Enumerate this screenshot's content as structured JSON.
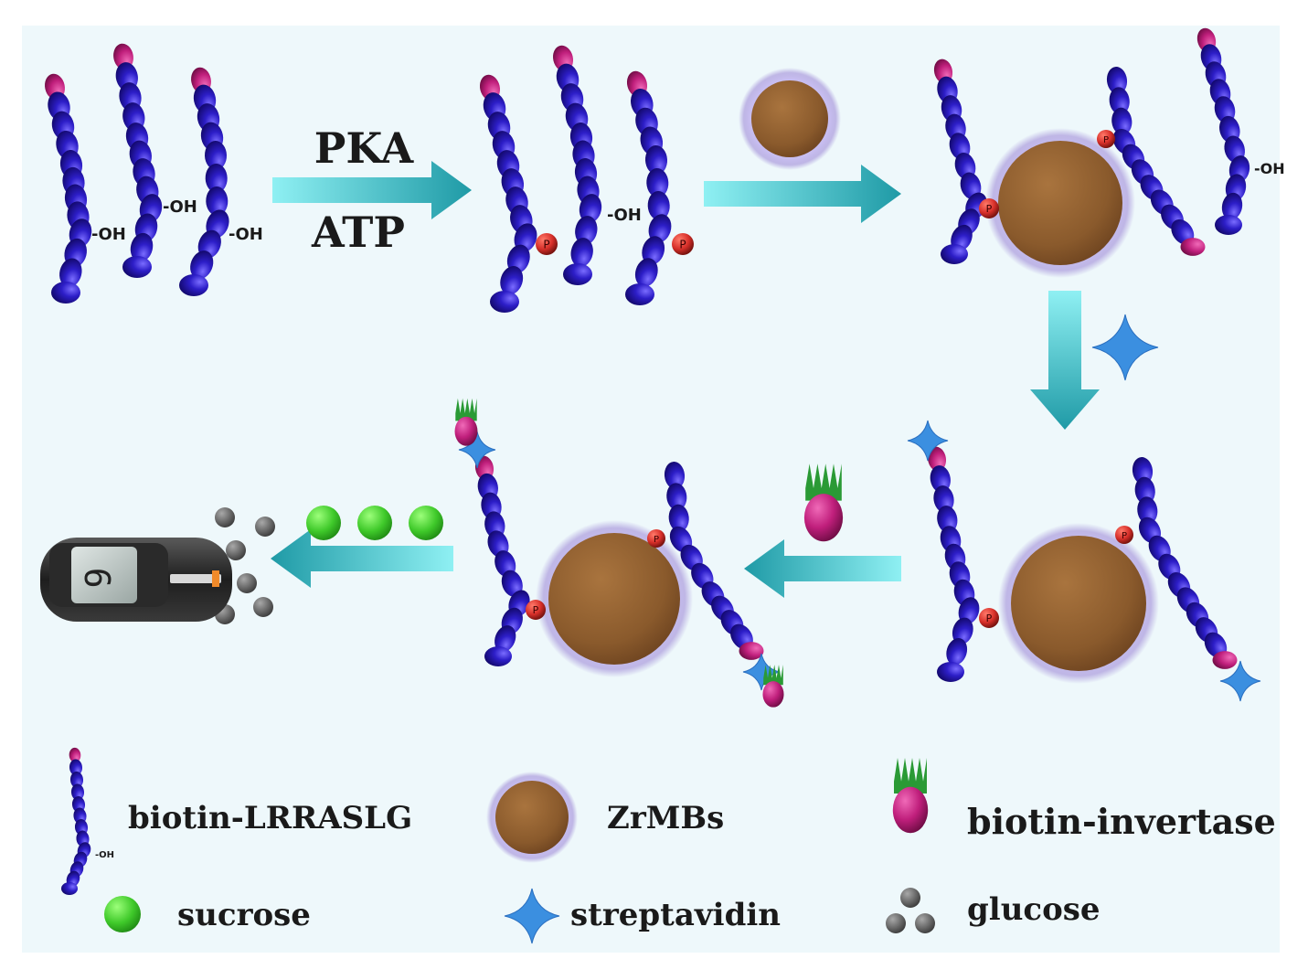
{
  "arrow1": {
    "top_label": "PKA",
    "bottom_label": "ATP"
  },
  "oh_label": "-OH",
  "phospho_label": "P",
  "meter_reading": "9",
  "legend": {
    "peptide": "biotin-LRRASLG",
    "beads": "ZrMBs",
    "invertase": "biotin-invertase",
    "sucrose": "sucrose",
    "streptavidin": "streptavidin",
    "glucose": "glucose"
  },
  "colors": {
    "background": "#eef8fb",
    "bead_chain": "#2d1ec8",
    "biotin": "#c01f7c",
    "phosphate": "#d8302a",
    "zrmb": "#8a5a2c",
    "zrmb_halo": "#b3a6e0",
    "arrow": "#3fc4cc",
    "streptavidin": "#3b8fe0",
    "sucrose": "#3fc92a",
    "glucose": "#666666",
    "invertase_leaf": "#2a9a35"
  }
}
